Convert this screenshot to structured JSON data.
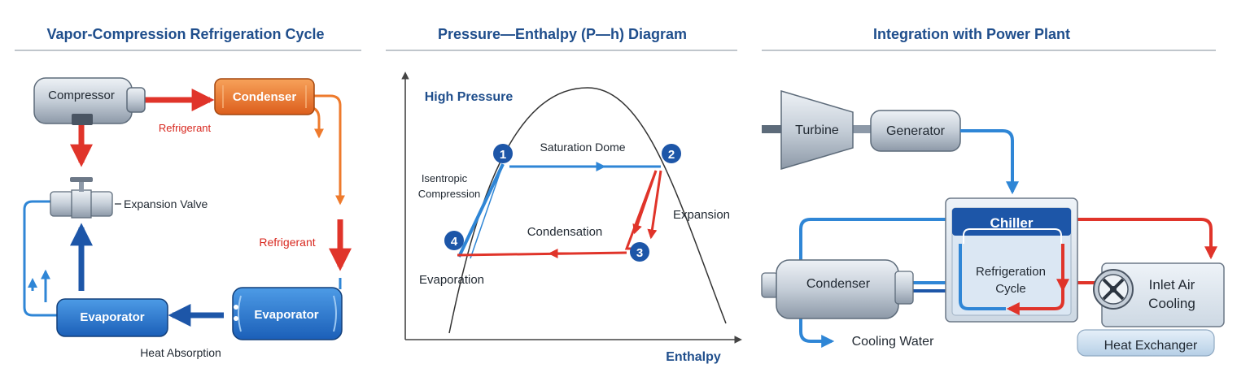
{
  "panels": {
    "left": {
      "title": "Vapor-Compression Refrigeration Cycle",
      "compressor": "Compressor",
      "condenser": "Condenser",
      "refrigerant_top": "Refrigerant",
      "refrigerant_right": "Refrigerant",
      "expansion_valve": "Expansion Valve",
      "evaporator_left": "Evaporator",
      "evaporator_right": "Evaporator",
      "heat_absorption": "Heat Absorption"
    },
    "middle": {
      "title": "Pressure—Enthalpy (P—h) Diagram",
      "high_pressure": "High Pressure",
      "enthalpy": "Enthalpy",
      "saturation_dome": "Saturation Dome",
      "isentropic_line1": "Isentropic",
      "isentropic_line2": "Compression",
      "condensation": "Condensation",
      "expansion": "Expansion",
      "evaporation": "Evaporation",
      "point1": "1",
      "point2": "2",
      "point3": "3",
      "point4": "4"
    },
    "right": {
      "title": "Integration with Power Plant",
      "turbine": "Turbine",
      "generator": "Generator",
      "chiller": "Chiller",
      "refrigeration_line1": "Refrigeration",
      "refrigeration_line2": "Cycle",
      "condenser": "Condenser",
      "inlet_air_line1": "Inlet Air",
      "inlet_air_line2": "Cooling",
      "cooling_water": "Cooling Water",
      "heat_exchanger": "Heat Exchanger"
    }
  },
  "colors": {
    "title": "#1f4e8c",
    "hot": "#e0342a",
    "cold": "#2f86d6",
    "dark_blue": "#1d56a8",
    "condenser_orange": "#ee7a2c",
    "metal": "#c7cfd9"
  }
}
